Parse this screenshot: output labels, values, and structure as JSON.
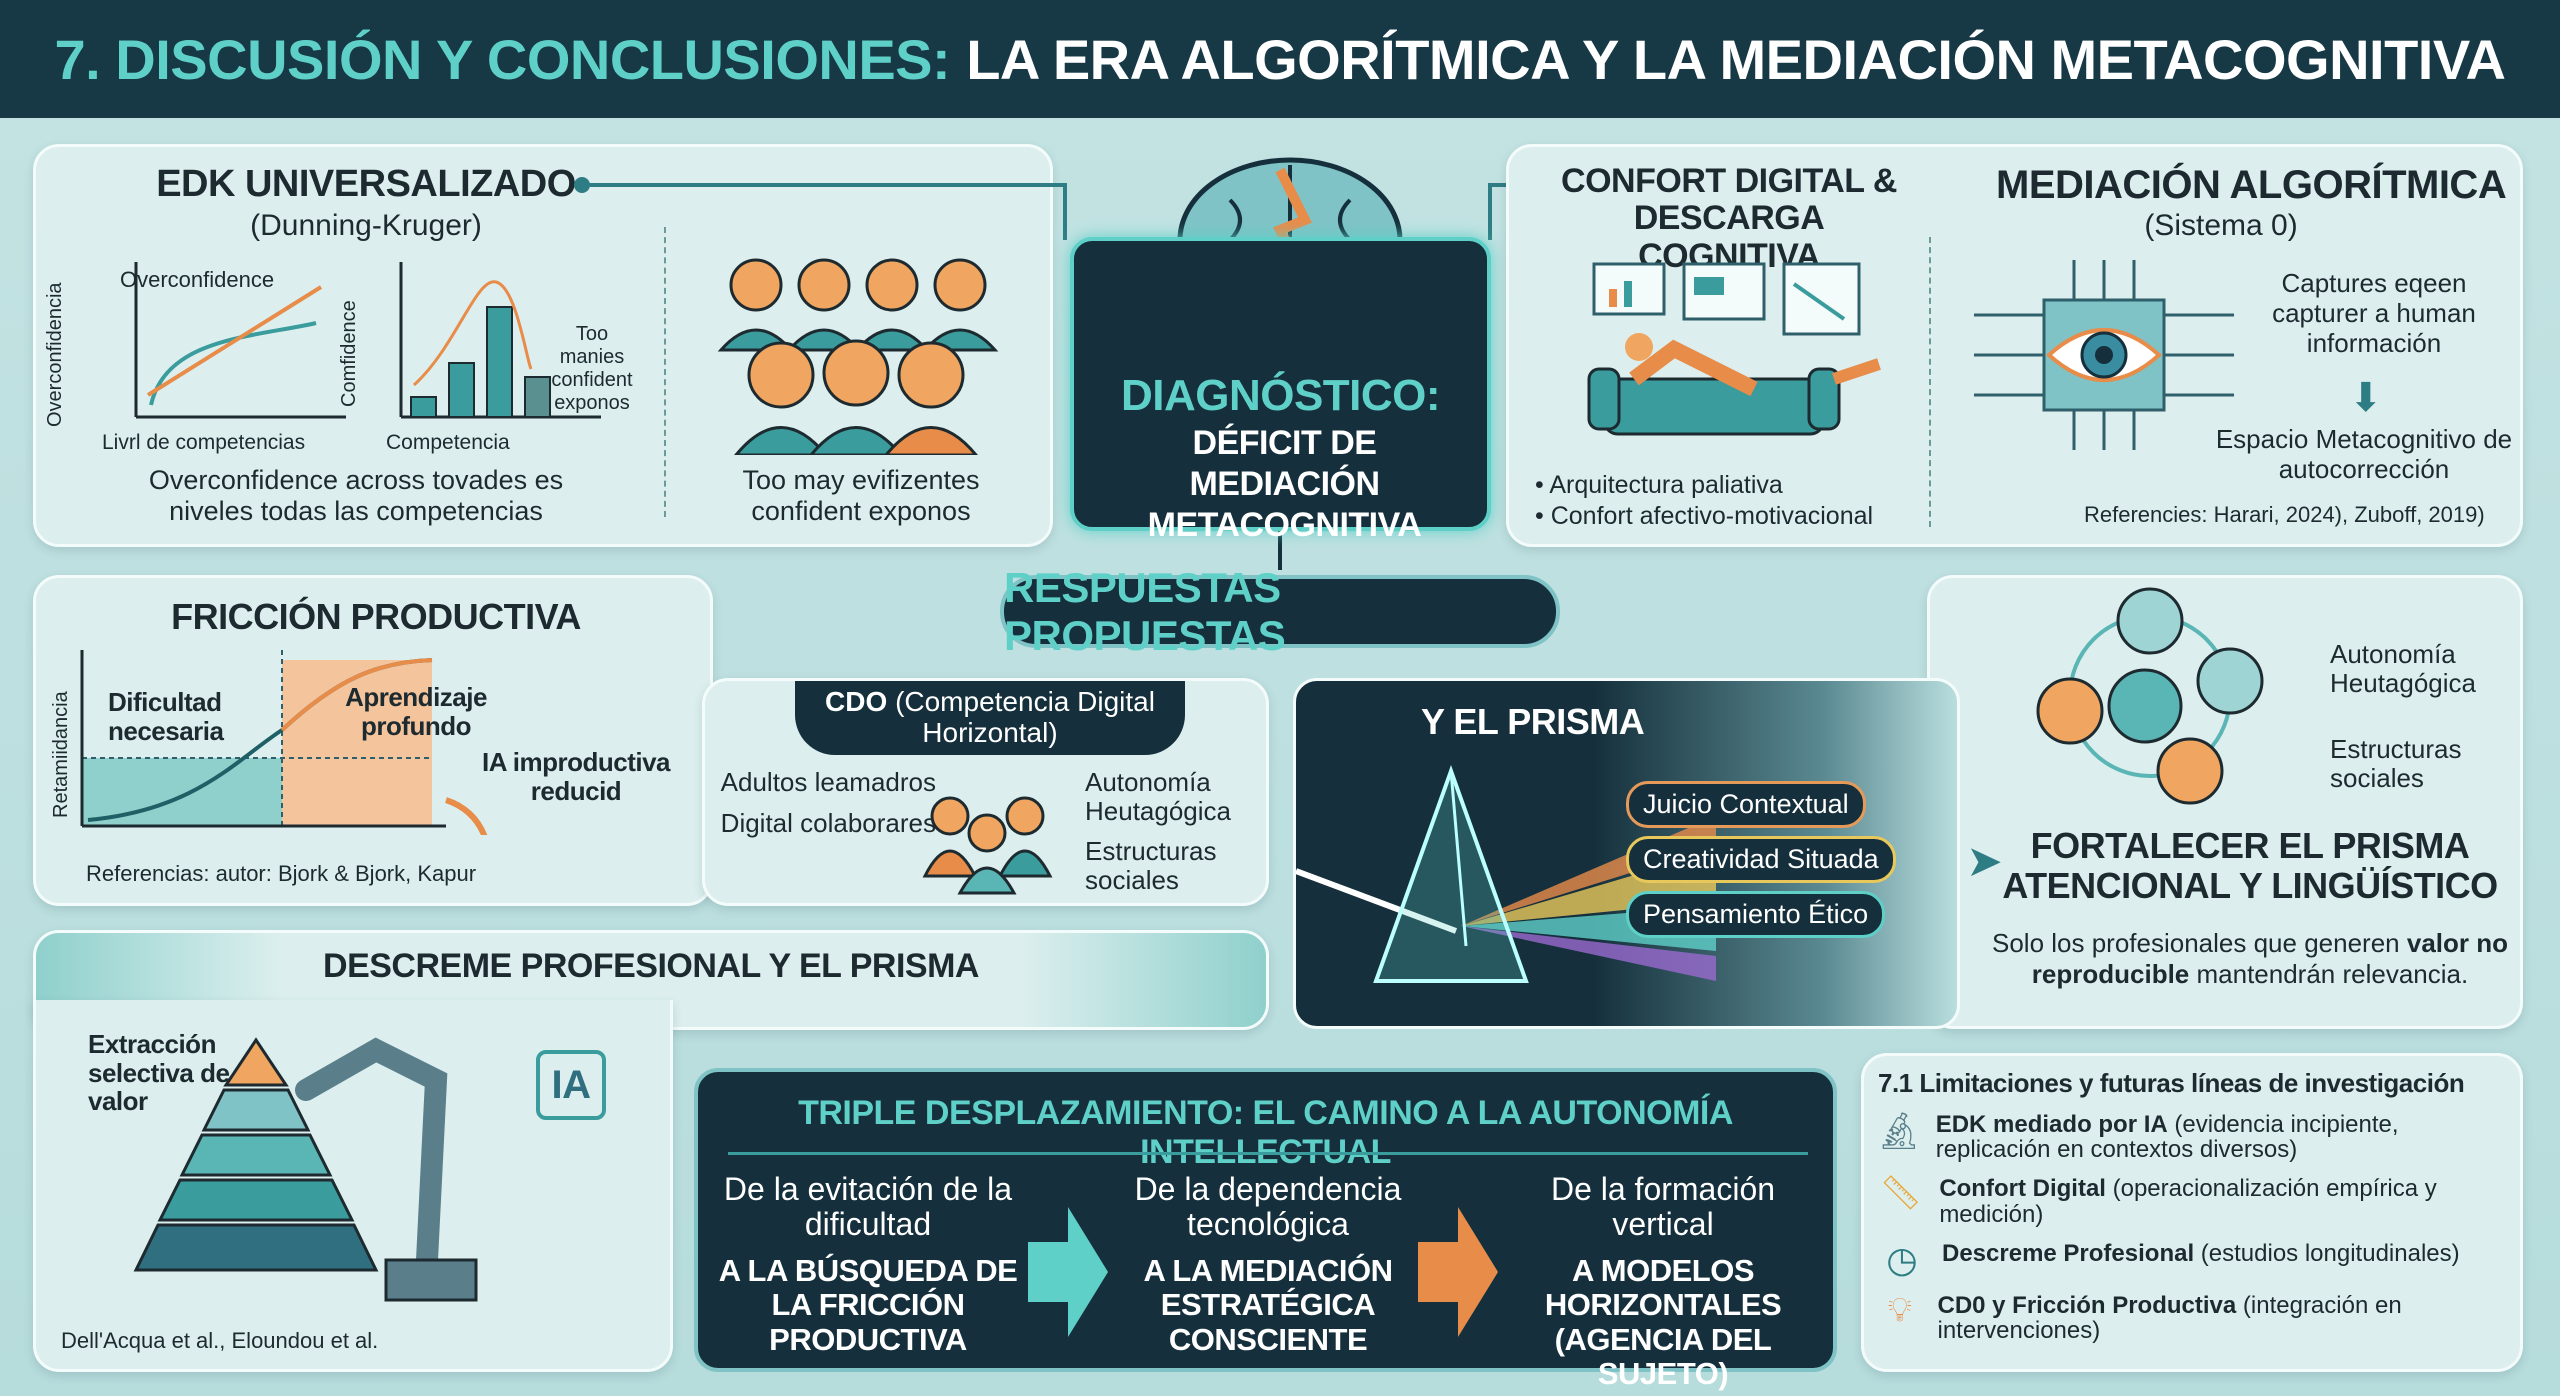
{
  "header": {
    "title_accent": "7. DISCUSIÓN Y CONCLUSIONES:",
    "title_rest": "LA ERA ALGORÍTMICA Y LA MEDIACIÓN METACOGNITIVA"
  },
  "edk": {
    "title": "EDK UNIVERSALIZADO",
    "subtitle": "(Dunning-Kruger)",
    "chart1": {
      "ylabel": "Overconfidencia",
      "label": "Overconfidence",
      "xlabel": "Livrl de competencias"
    },
    "chart2": {
      "ylabel": "Comfidence",
      "xlabel": "Competencia",
      "note": "Too manies confident exponos"
    },
    "caption": "Overconfidence across tovades es niveles todas las competencias",
    "people_caption": "Too may evifizentes confident exponos"
  },
  "diagnostico": {
    "title": "DIAGNÓSTICO:",
    "body": "DÉFICIT DE MEDIACIÓN METACOGNITIVA"
  },
  "confort": {
    "title": "CONFORT DIGITAL & DESCARGA COGNITIVA",
    "bullets": [
      "Arquitectura paliativa",
      "Confort afectivo-motivacional"
    ]
  },
  "mediacion": {
    "title": "MEDIACIÓN ALGORÍTMICA",
    "subtitle": "(Sistema 0)",
    "captures": "Captures eqeen capturer a human información",
    "espacio": "Espacio Metacognitivo de autocorrección",
    "refs": "Referencies: Harari, 2024), Zuboff, 2019)"
  },
  "respuestas": {
    "label": "RESPUESTAS PROPUESTAS"
  },
  "friccion": {
    "title": "FRICCIÓN PRODUCTIVA",
    "ylabel": "Retamiidancia",
    "zone1": "Dificultad necesaria",
    "zone2": "Aprendizaje profundo",
    "ia": "IA improductiva reducid",
    "refs": "Referencias: autor: Bjork & Bjork, Kapur"
  },
  "cdo": {
    "title_bold": "CDO",
    "title_rest": "(Competencia Digital Horizontal)",
    "left": [
      "Adultos leamadros",
      "Digital colaborares"
    ],
    "right": [
      "Autonomía Heutagógica",
      "Estructuras sociales"
    ]
  },
  "prisma": {
    "title": "Y EL PRISMA",
    "beams": [
      "Juicio Contextual",
      "Creatividad Situada",
      "Pensamiento Ético"
    ]
  },
  "fortalecer": {
    "labels": [
      "Autonomía Heutagógica",
      "Estructuras sociales"
    ],
    "title": "FORTALECER EL PRISMA ATENCIONAL Y LINGÜÍSTICO",
    "text_pre": "Solo los profesionales que generen ",
    "text_bold": "valor no reproducible",
    "text_post": " mantendrán relevancia."
  },
  "descreme": {
    "title": "DESCREME PROFESIONAL Y EL PRISMA",
    "extraccion": "Extracción selectiva de valor",
    "ia_chip": "IA",
    "refs": "Dell'Acqua et al., Eloundou et al."
  },
  "triple": {
    "title": "TRIPLE DESPLAZAMIENTO: EL CAMINO A LA AUTONOMÍA INTELLECTUAL",
    "steps": [
      {
        "from": "De la evitación de la dificultad",
        "to": "A LA BÚSQUEDA DE LA FRICCIÓN PRODUCTIVA"
      },
      {
        "from": "De la dependencia tecnológica",
        "to": "A LA MEDIACIÓN ESTRATÉGICA CONSCIENTE"
      },
      {
        "from": "De la formación vertical",
        "to": "A MODELOS HORIZONTALES (AGENCIA DEL SUJETO)"
      }
    ]
  },
  "limitaciones": {
    "title": "7.1 Limitaciones y futuras líneas de investigación",
    "items": [
      {
        "icon": "microscope-icon",
        "bold": "EDK mediado por IA",
        "rest": " (evidencia incipiente, replicación en contextos diversos)"
      },
      {
        "icon": "tape-measure-icon",
        "bold": "Confort Digital",
        "rest": " (operacionalización empírica y medición)"
      },
      {
        "icon": "clock-icon",
        "bold": "Descreme Profesional",
        "rest": " (estudios longitudinales)"
      },
      {
        "icon": "lightbulb-icon",
        "bold": "CD0 y Fricción Productiva",
        "rest": " (integración en intervenciones)"
      }
    ]
  },
  "colors": {
    "dark": "#15303c",
    "teal": "#3a9c9c",
    "accent": "#5fd0c8",
    "orange": "#e88c4a"
  }
}
